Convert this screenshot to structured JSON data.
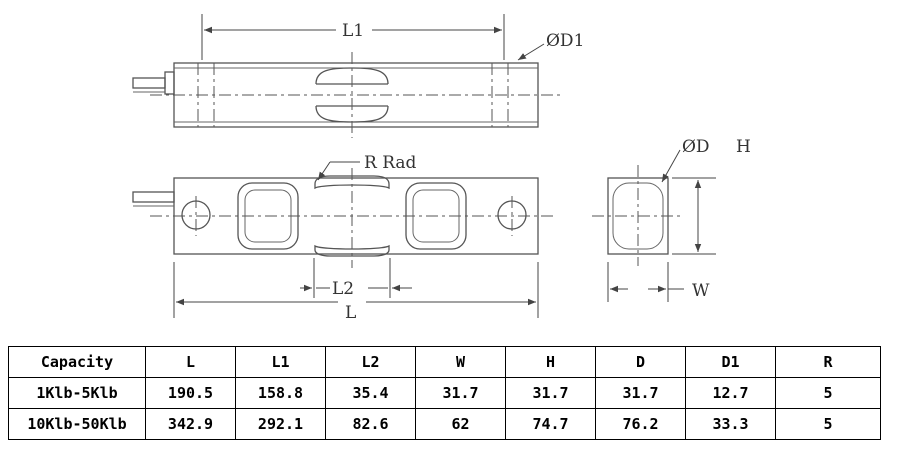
{
  "drawing": {
    "labels": {
      "l1": "L1",
      "d1": "ØD1",
      "r_rad": "R  Rad",
      "d": "ØD",
      "h": "H",
      "l2": "L2",
      "l": "L",
      "w": "W"
    }
  },
  "spec_table": {
    "headers": [
      "Capacity",
      "L",
      "L1",
      "L2",
      "W",
      "H",
      "D",
      "D1",
      "R"
    ],
    "rows": [
      [
        "1Klb-5Klb",
        "190.5",
        "158.8",
        "35.4",
        "31.7",
        "31.7",
        "31.7",
        "12.7",
        "5"
      ],
      [
        "10Klb-50Klb",
        "342.9",
        "292.1",
        "82.6",
        "62",
        "74.7",
        "76.2",
        "33.3",
        "5"
      ]
    ]
  }
}
